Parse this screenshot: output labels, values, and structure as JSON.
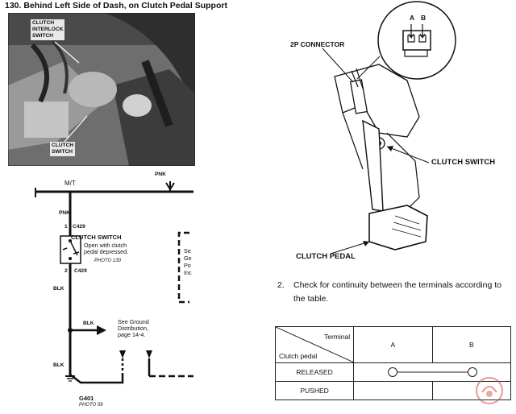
{
  "photo": {
    "title": "130. Behind Left Side of Dash, on Clutch Pedal Support",
    "label_interlock": [
      "CLUTCH",
      "INTERLOCK",
      "SWITCH"
    ],
    "label_switch": [
      "CLUTCH",
      "SWITCH"
    ]
  },
  "wiring": {
    "mt_label": "M/T",
    "pnk_top": "PNK",
    "pnk_left": "PNK",
    "pin1": "1",
    "conn_top": "C429",
    "switch_title": "CLUTCH SWITCH",
    "switch_desc": [
      "Open with clutch",
      "pedal depressed."
    ],
    "photo_ref": "PHOTO 130",
    "pin2": "2",
    "conn_bottom": "C429",
    "blk1": "BLK",
    "blk2": "BLK",
    "blk3": "BLK",
    "ground_ref": [
      "See Ground",
      "Distribution,",
      "page 14-4."
    ],
    "ground_id": "G401",
    "ground_photo": "PHOTO 56",
    "side_note": [
      "Se",
      "Ge",
      "Po",
      "Inc"
    ]
  },
  "diagram": {
    "connector_label": "2P CONNECTOR",
    "pin_a": "A",
    "pin_b": "B",
    "switch_label": "CLUTCH SWITCH",
    "pedal_label": "CLUTCH PEDAL"
  },
  "instruction": {
    "number": "2.",
    "text": "Check for continuity between the terminals according to the table."
  },
  "table": {
    "header_terminal": "Terminal",
    "header_pedal": "Clutch pedal",
    "col_a": "A",
    "col_b": "B",
    "row_released": "RELEASED",
    "row_pushed": "PUSHED"
  }
}
